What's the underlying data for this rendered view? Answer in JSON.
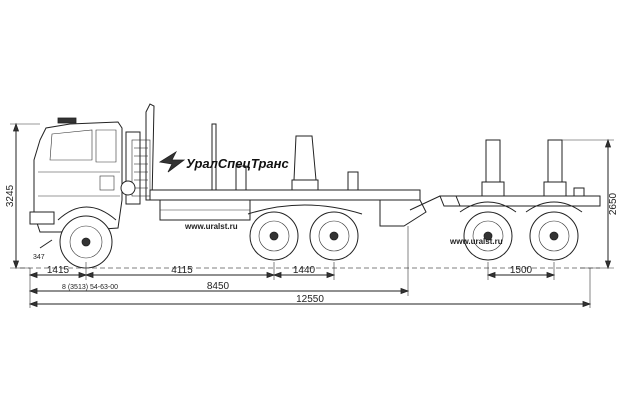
{
  "dimensions": {
    "overall_height": "3245",
    "cab_offset": "347",
    "front_overhang": "1415",
    "wheelbase_front": "4115",
    "rear_axle_spacing": "1440",
    "tractor_length": "8450",
    "total_length": "12550",
    "trailer_axle_spacing": "1500",
    "trailer_height": "2650",
    "phone": "8 (3513) 54-63-00"
  },
  "branding": {
    "logo_text": "УралСпецТранс",
    "site_tractor": "www.uralst.ru",
    "site_trailer": "www.uralst.ru"
  },
  "colors": {
    "line": "#222222",
    "background": "#ffffff"
  }
}
